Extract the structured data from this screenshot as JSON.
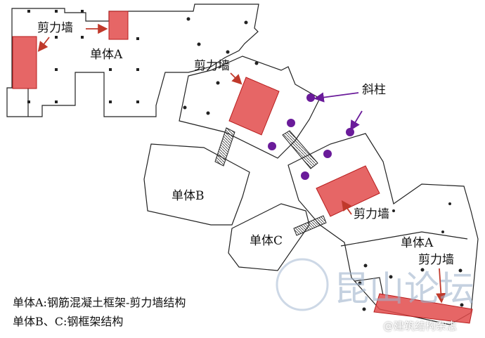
{
  "labels": {
    "shear_wall": "剪力墙",
    "unit_a": "单体A",
    "unit_b": "单体B",
    "unit_c": "单体C",
    "inclined_column": "斜柱"
  },
  "legend": {
    "line1": "单体A:钢筋混凝土框架-剪力墙结构",
    "line2": "单体B、C:钢框架结构"
  },
  "watermarks": {
    "forum": "昆山论坛",
    "weibo": "@建筑结构杂志"
  },
  "colors": {
    "shear_wall_fill": "#e24b4b",
    "arrow": "#c0392b",
    "inclined_column": "#6a1b9a"
  }
}
